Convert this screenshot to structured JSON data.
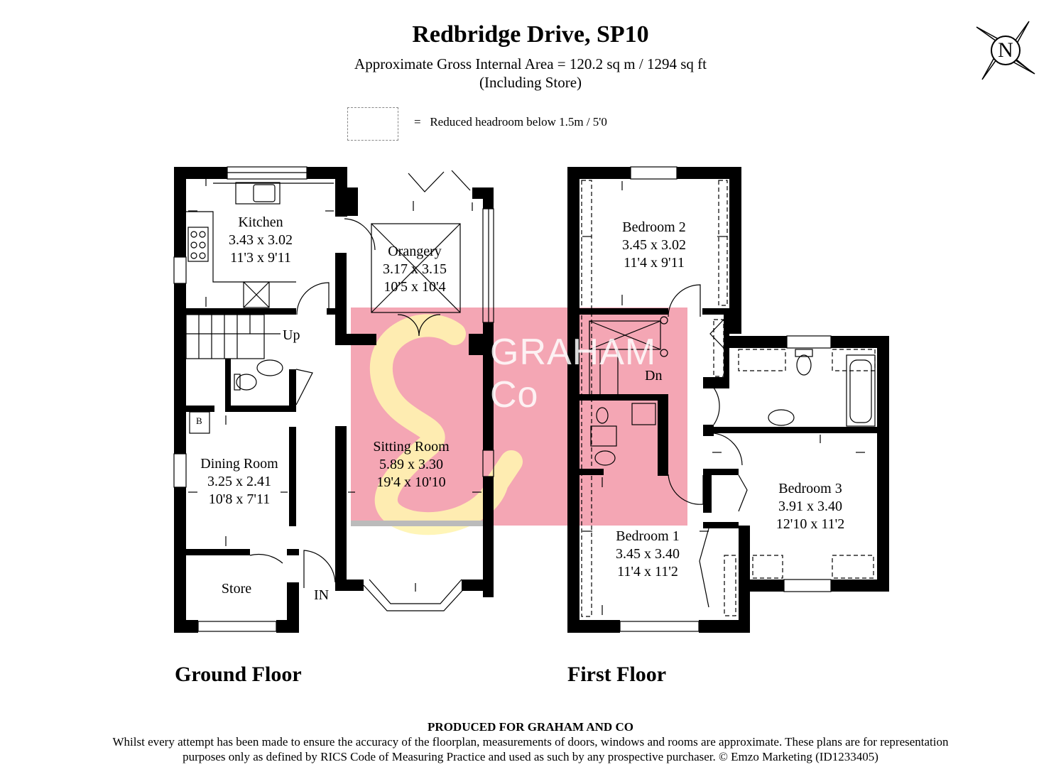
{
  "header": {
    "title": "Redbridge Drive, SP10",
    "area": "Approximate Gross Internal Area = 120.2 sq m / 1294 sq ft",
    "note": "(Including Store)"
  },
  "legend": {
    "symbol": "=",
    "text": "Reduced headroom below 1.5m / 5'0"
  },
  "compass": {
    "letter": "N"
  },
  "ground_floor": {
    "label": "Ground Floor",
    "rooms": [
      {
        "name": "Kitchen",
        "metric": "3.43 x 3.02",
        "imperial": "11'3 x 9'11"
      },
      {
        "name": "Orangery",
        "metric": "3.17 x 3.15",
        "imperial": "10'5 x 10'4"
      },
      {
        "name": "Sitting Room",
        "metric": "5.89 x 3.30",
        "imperial": "19'4 x 10'10"
      },
      {
        "name": "Dining Room",
        "metric": "3.25 x 2.41",
        "imperial": "10'8 x 7'11"
      },
      {
        "name": "Store"
      }
    ],
    "labels": {
      "up": "Up",
      "entrance": "IN",
      "boiler": "B"
    }
  },
  "first_floor": {
    "label": "First Floor",
    "rooms": [
      {
        "name": "Bedroom 2",
        "metric": "3.45 x 3.02",
        "imperial": "11'4 x 9'11"
      },
      {
        "name": "Bedroom 3",
        "metric": "3.91 x 3.40",
        "imperial": "12'10 x 11'2"
      },
      {
        "name": "Bedroom 1",
        "metric": "3.45 x 3.40",
        "imperial": "11'4 x 11'2"
      }
    ],
    "labels": {
      "down": "Dn"
    }
  },
  "watermark": {
    "line1": "GRAHAM",
    "line2": "Co",
    "color": "#f4a6b4",
    "accent": "#fff4b0"
  },
  "footer": {
    "produced": "PRODUCED FOR GRAHAM AND CO",
    "line1": "Whilst every attempt has been made to ensure the accuracy of the floorplan, measurements of doors, windows and rooms are approximate. These plans are for representation",
    "line2": "purposes only as defined by RICS Code of Measuring Practice and used as such by any prospective purchaser. © Emzo Marketing (ID1233405)"
  },
  "colors": {
    "wall": "#000000",
    "background": "#ffffff"
  }
}
